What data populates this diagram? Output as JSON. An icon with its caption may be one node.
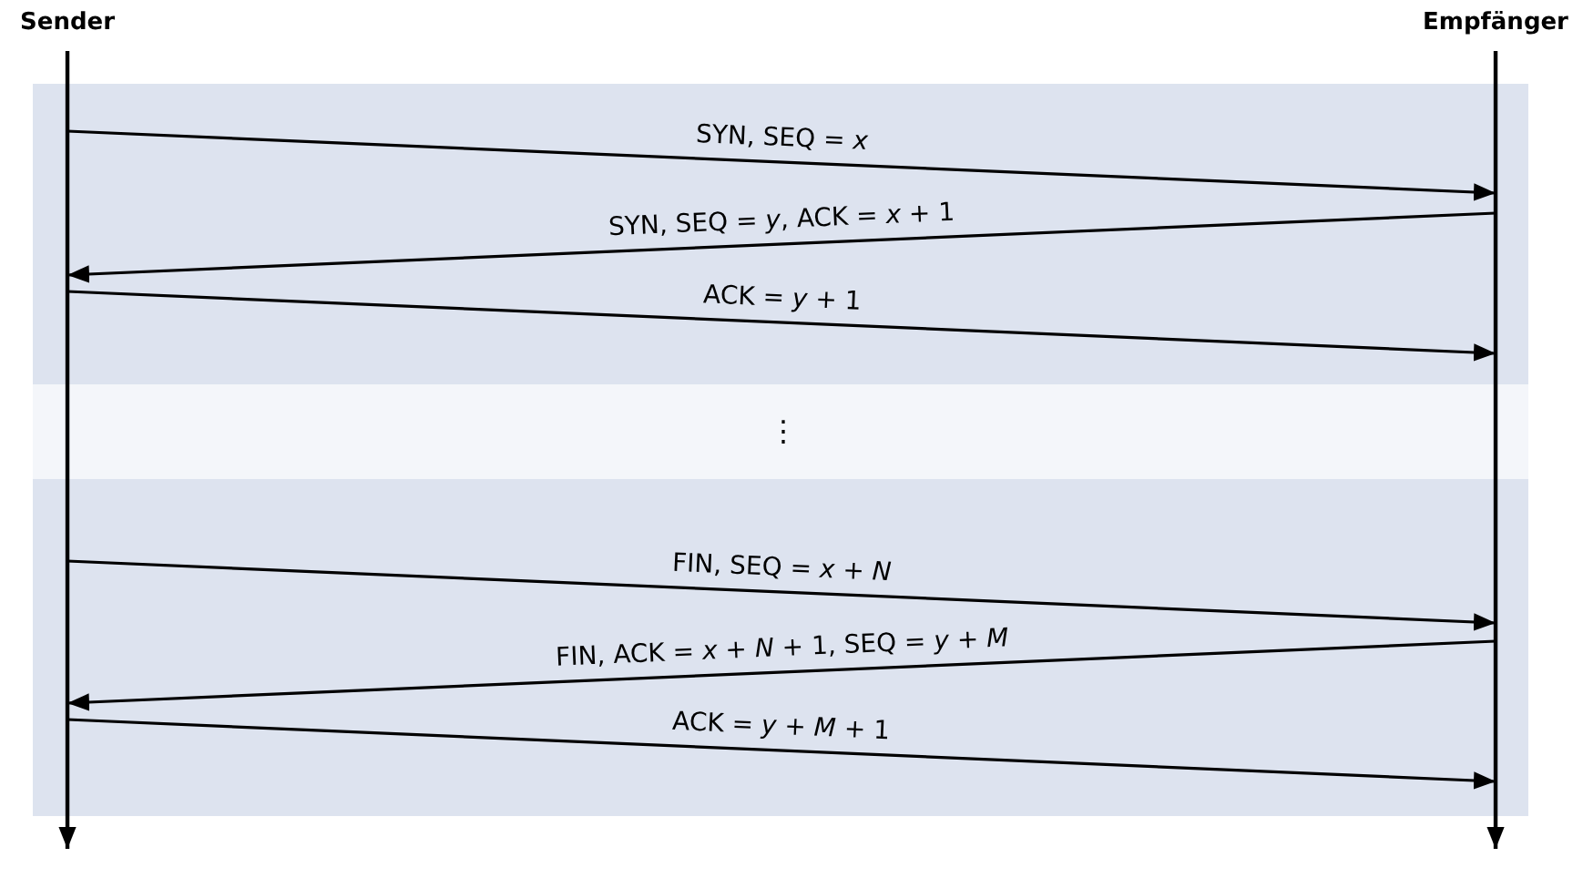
{
  "diagram": {
    "nodes": [
      {
        "text": [
          "Sender"
        ]
      },
      {
        "text": [
          "Empfänger"
        ]
      }
    ],
    "edges": [
      {
        "from": 0,
        "to": 1,
        "arrow": "to",
        "label": "SYN, SEQ = *x*"
      },
      {
        "from": 1,
        "to": 0,
        "arrow": "to",
        "label": "SYN, SEQ = *y*, ACK = *x* + 1"
      },
      {
        "from": 0,
        "to": 1,
        "arrow": "to",
        "label": "ACK = *y* + 1"
      },
      {
        "from": 0,
        "to": 1,
        "arrow": "to",
        "label": "FIN, SEQ = *x* + *N*"
      },
      {
        "from": 1,
        "to": 0,
        "arrow": "to",
        "label": "FIN, ACK = *x* + *N* + 1, SEQ = *y* + *M*"
      },
      {
        "from": 0,
        "to": 1,
        "arrow": "to",
        "label": "ACK = *y* + *M* + 1"
      }
    ],
    "labels": [
      "⋮"
    ]
  }
}
